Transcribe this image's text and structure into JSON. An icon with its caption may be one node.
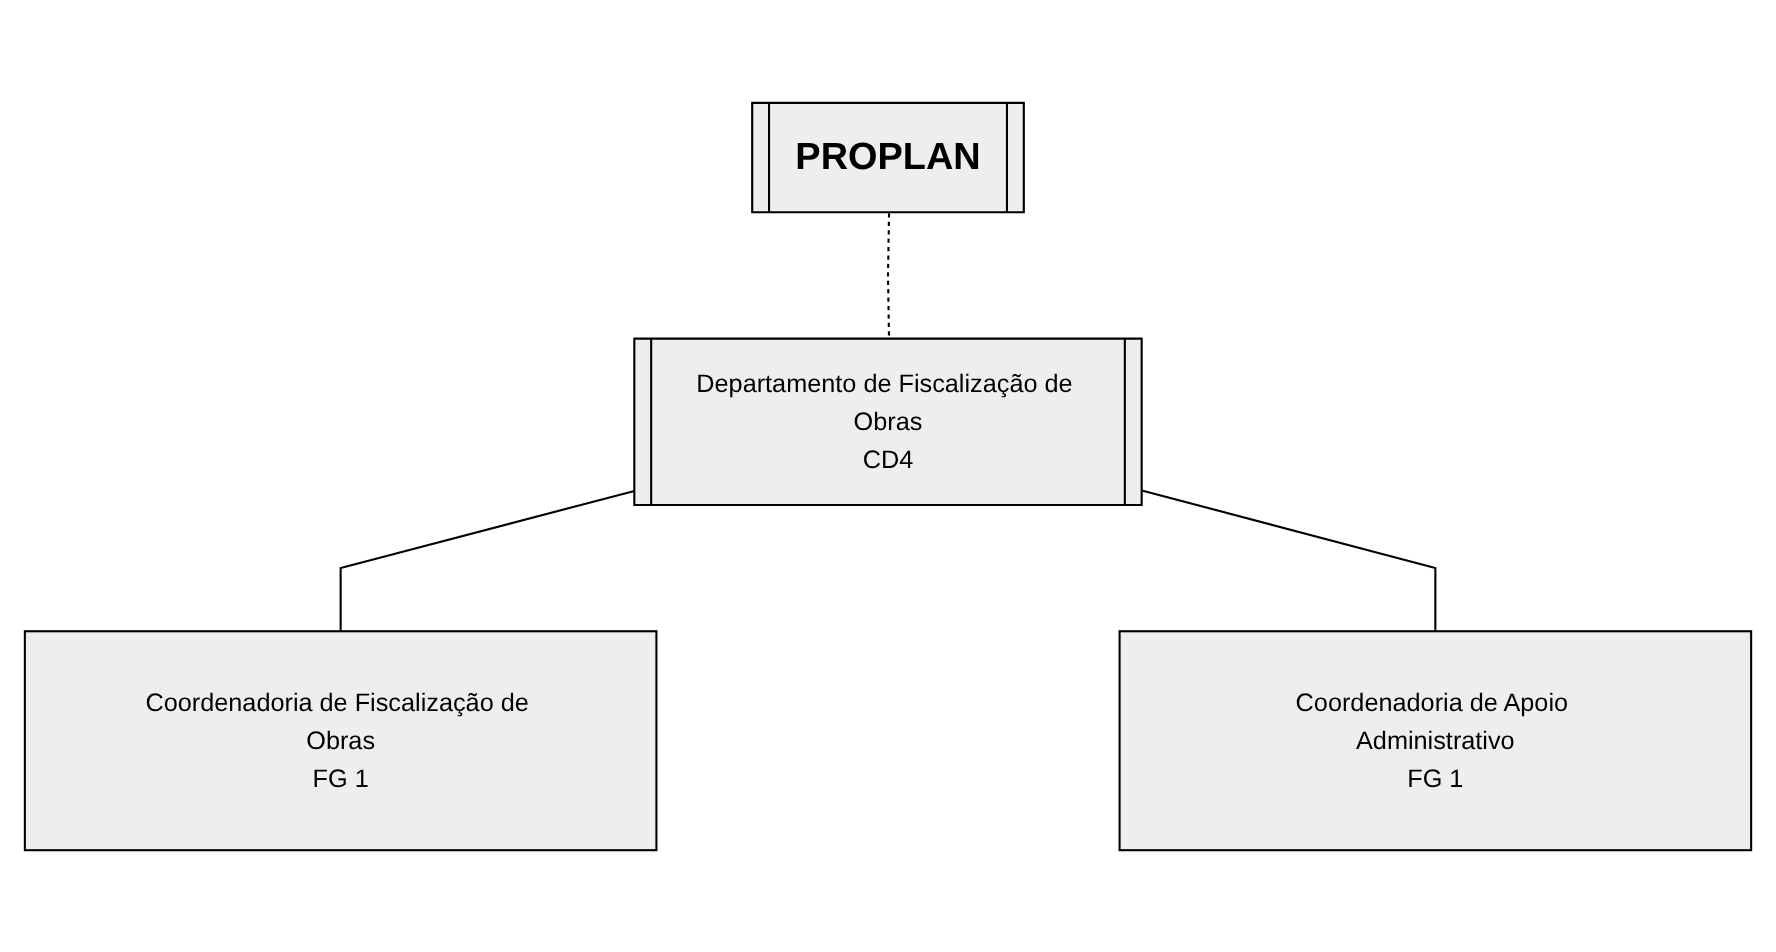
{
  "diagram": {
    "nodes": [
      {
        "text": [
          "PROPLAN"
        ]
      },
      {
        "text": [
          "Departamento de Fiscalização de Obras",
          "CD4"
        ]
      },
      {
        "text": [
          "Coordenadoria de Fiscalização de Obras",
          "FG 1"
        ]
      },
      {
        "text": [
          "Coordenadoria de Apoio Administrativo",
          "FG 1"
        ]
      }
    ],
    "edges": [
      {
        "from": 0,
        "to": 1,
        "arrow": "none",
        "style": "dashed"
      },
      {
        "from": 1,
        "to": 2,
        "arrow": "none"
      },
      {
        "from": 1,
        "to": 3,
        "arrow": "none"
      }
    ]
  }
}
